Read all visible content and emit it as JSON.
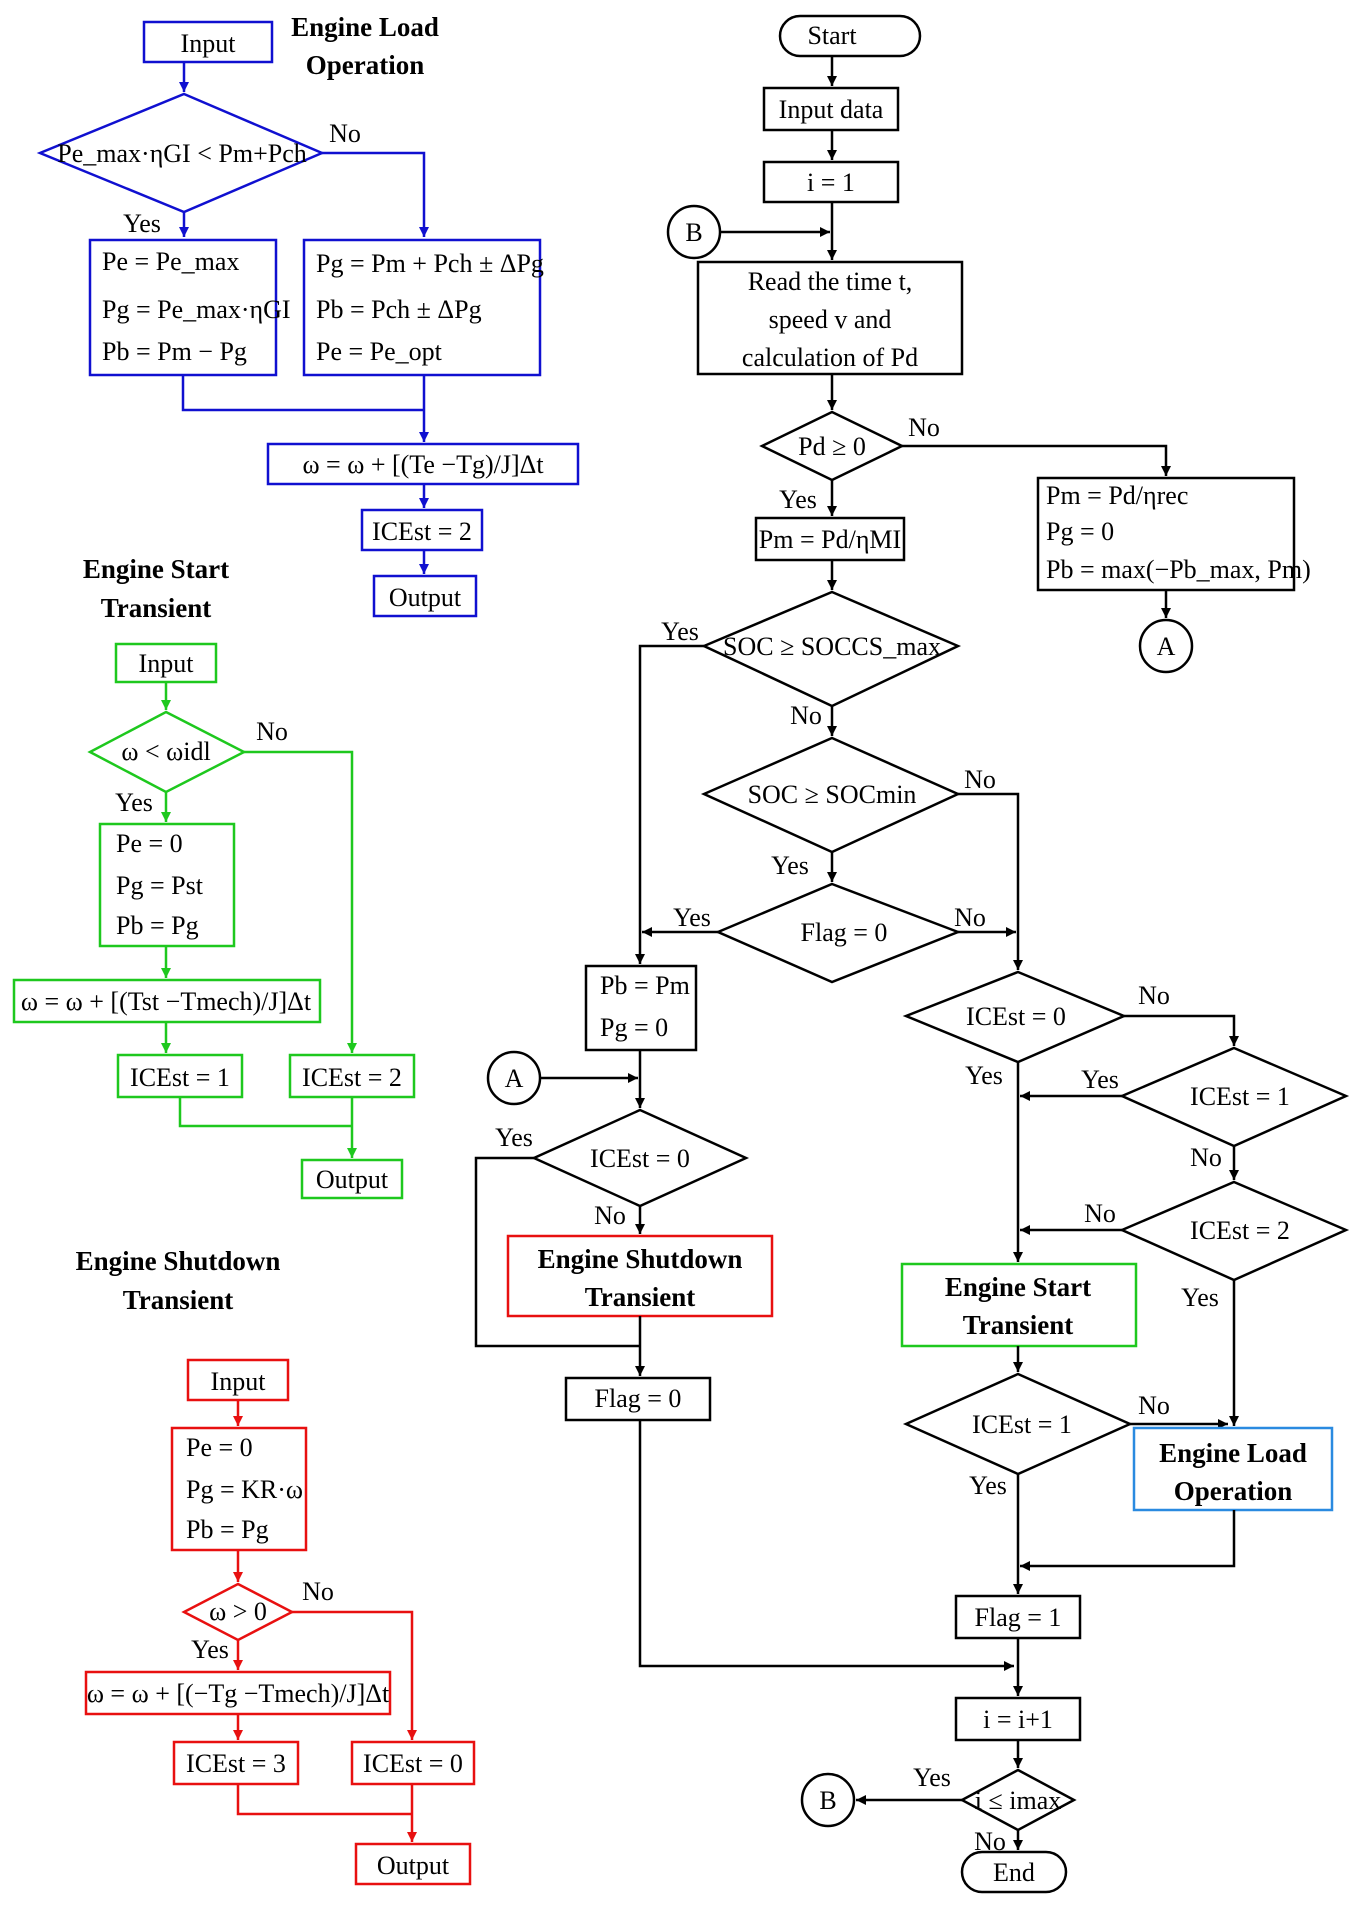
{
  "colors": {
    "load": "#1010d0",
    "start": "#1ec81e",
    "shutdown": "#e81010",
    "main": "#000000",
    "load_ref": "#2a8ae0"
  },
  "load": {
    "title_line1": "Engine Load",
    "title_line2": "Operation",
    "input": "Input",
    "cond": "Pe_max·ηGI < Pm+Pch",
    "no": "No",
    "yes": "Yes",
    "left_box": [
      "Pe = Pe_max",
      "Pg = Pe_max·ηGI",
      "Pb = Pm − Pg"
    ],
    "right_box": [
      "Pg = Pm + Pch ± ΔPg",
      "Pb = Pch ± ΔPg",
      "Pe = Pe_opt"
    ],
    "omega": "ω = ω + [(Te −Tg)/J]Δt",
    "icest": "ICEst = 2",
    "output": "Output"
  },
  "start": {
    "title_line1": "Engine Start",
    "title_line2": "Transient",
    "input": "Input",
    "cond": "ω < ωidl",
    "no": "No",
    "yes": "Yes",
    "box": [
      "Pe = 0",
      "Pg = Pst",
      "Pb = Pg"
    ],
    "omega": "ω = ω + [(Tst −Tmech)/J]Δt",
    "icest1": "ICEst = 1",
    "icest2": "ICEst = 2",
    "output": "Output"
  },
  "shutdown": {
    "title_line1": "Engine Shutdown",
    "title_line2": "Transient",
    "input": "Input",
    "box": [
      "Pe = 0",
      "Pg = KR·ω",
      "Pb = Pg"
    ],
    "cond": "ω > 0",
    "no": "No",
    "yes": "Yes",
    "omega": "ω = ω + [(−Tg −Tmech)/J]Δt",
    "icest3": "ICEst = 3",
    "icest0": "ICEst = 0",
    "output": "Output"
  },
  "main": {
    "start": "Start",
    "input_data": "Input data",
    "i1": "i = 1",
    "b": "B",
    "a": "A",
    "read": [
      "Read the time t,",
      "speed v and",
      "calculation of Pd"
    ],
    "pd_cond": "Pd ≥ 0",
    "pm_mi": "Pm = Pd/ηMI",
    "regen_box": [
      "Pm = Pd/ηrec",
      "Pg = 0",
      "Pb = max(−Pb_max, Pm)"
    ],
    "soc_cs": "SOC ≥ SOCCS_max",
    "soc_min": "SOC ≥ SOCmin",
    "flag0_cond": "Flag = 0",
    "pb_pm": [
      "Pb = Pm",
      "Pg = 0"
    ],
    "icest0_left": "ICEst = 0",
    "shutdown_ref": [
      "Engine Shutdown",
      "Transient"
    ],
    "flag0": "Flag = 0",
    "icest0_right": "ICEst = 0",
    "icest1_cond": "ICEst = 1",
    "icest2_cond": "ICEst = 2",
    "start_ref": [
      "Engine Start",
      "Transient"
    ],
    "icest1_cond2": "ICEst = 1",
    "load_ref": [
      "Engine Load",
      "Operation"
    ],
    "flag1": "Flag = 1",
    "inc": "i = i+1",
    "imax": "i ≤ imax",
    "end": "End",
    "yes": "Yes",
    "no": "No"
  }
}
